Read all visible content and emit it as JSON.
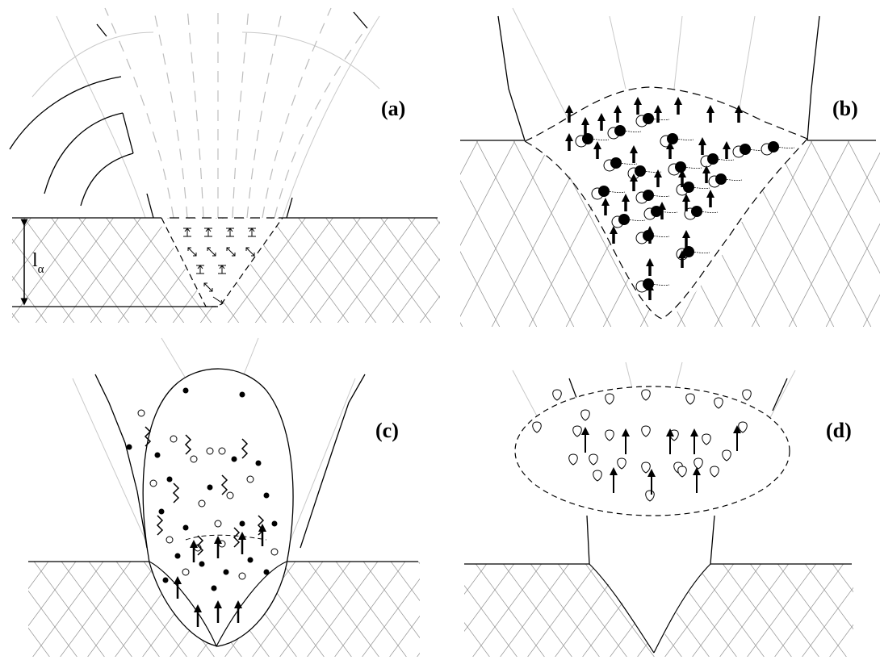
{
  "panels": [
    {
      "id": "a",
      "label": "(a)",
      "dimension_symbol": "l",
      "dimension_subscript": "α"
    },
    {
      "id": "b",
      "label": "(b)"
    },
    {
      "id": "c",
      "label": "(c)"
    },
    {
      "id": "d",
      "label": "(d)"
    }
  ],
  "colors": {
    "line": "#000000",
    "hatch": "#9a9a9a",
    "ghost": "#c9c9c9",
    "background": "#ffffff"
  }
}
